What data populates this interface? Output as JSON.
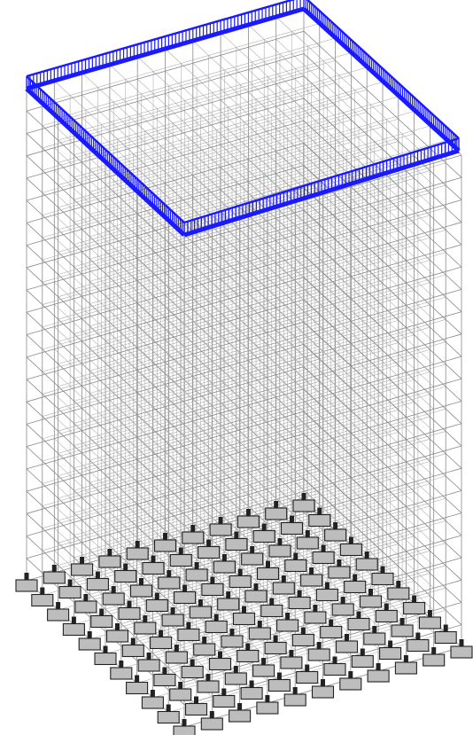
{
  "diagram": {
    "structure": "3d-lattice-frame",
    "colors": {
      "frame": "#8a8a8a",
      "load": "#1a1aff",
      "support_fill": "#bdbdbd",
      "support_stroke": "#222222",
      "background": "#ffffff"
    },
    "grid": {
      "columns_a": 10,
      "columns_b": 10,
      "levels": 22,
      "support_rows": 11,
      "support_cols": 11
    },
    "load_applied_on": "top-perimeter"
  }
}
